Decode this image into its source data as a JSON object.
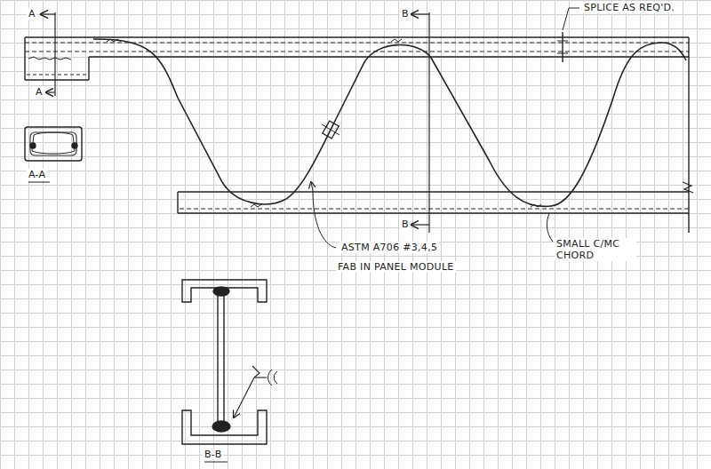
{
  "diagram": {
    "labels": [
      "A",
      "A",
      "A-A",
      "B",
      "B",
      "SPLICE AS REQ'D.",
      "ASTM A706 #3,4,5",
      "FAB IN PANEL MODULE",
      "SMALL C/MC CHORD",
      "B-B"
    ]
  }
}
